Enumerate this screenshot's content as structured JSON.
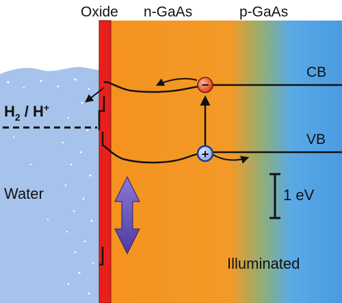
{
  "labels": {
    "oxide": "Oxide",
    "n_gaas": "n-GaAs",
    "p_gaas": "p-GaAs",
    "cb": "CB",
    "vb": "VB",
    "redox": "H",
    "redox_sub": "2",
    "redox_rest": " / H",
    "redox_sup": "+",
    "water": "Water",
    "scale": "1 eV",
    "illuminated": "Illuminated",
    "electron_sign": "−",
    "hole_sign": "+"
  },
  "colors": {
    "water": "#a8c4ec",
    "oxide": "#e8201c",
    "n_gaas": "#f7941d",
    "p_gaas": "#4ea3e8",
    "line": "#111111",
    "electron": "#e84b1c",
    "hole": "#3a66c8",
    "arrow": "#6a4fb8"
  }
}
